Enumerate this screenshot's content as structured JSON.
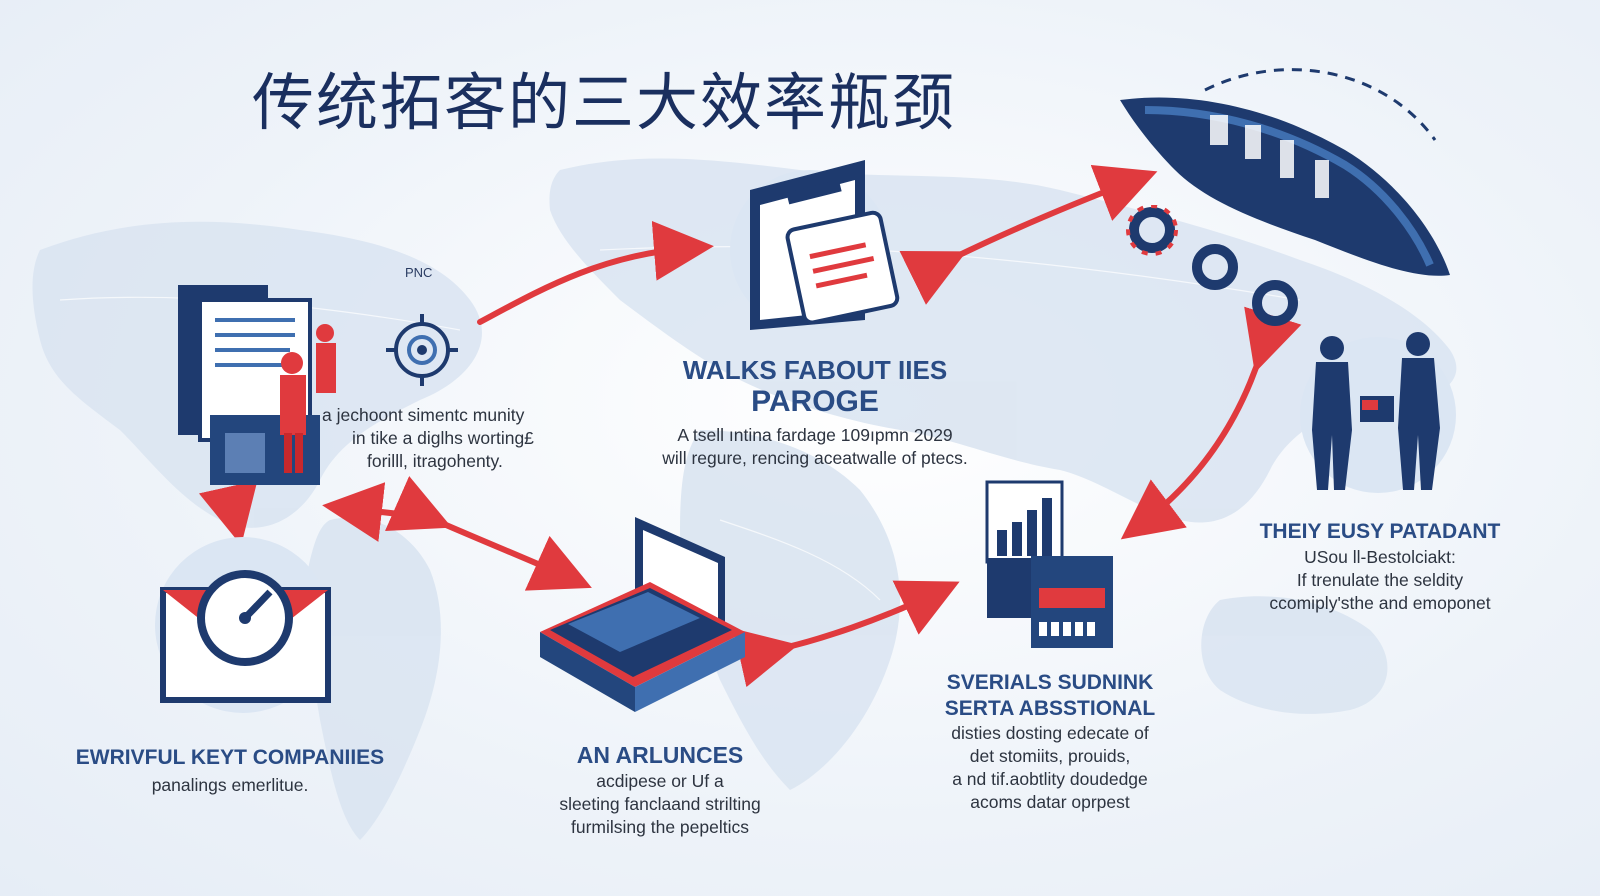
{
  "title": "传统拓客的三大效率瓶颈",
  "colors": {
    "navy": "#1e3a6e",
    "red": "#e03a3e",
    "light_blue": "#dbe6f3",
    "accent_blue": "#3f6fb0"
  },
  "icons": [
    "documents-people-icon",
    "compass-icon",
    "browser-document-icon",
    "airplane-wing-icon",
    "gear-icon",
    "business-people-icon",
    "speedometer-envelope-icon",
    "laptop-card-icon",
    "chart-card-icon"
  ],
  "small_label": "PNC",
  "nodes": {
    "top_left": {
      "lines": [
        "a jechoont simentc munity",
        "in tike a diglhs worting£",
        "forilll, itragohenty."
      ]
    },
    "top_center": {
      "heading_lines": [
        "WALKS FABOUT IIES",
        "PAROGE"
      ],
      "lines": [
        "A tsell ıntina fardage 109ıpmn 2029",
        "will regure, rencing aceatwalle of ptecs."
      ]
    },
    "right": {
      "heading": "THEIY EUSY PATADANT",
      "lines": [
        "USou ll-Bestolciakt:",
        "If trenulate the seldity",
        "ccomiply'sthe and emoponet"
      ]
    },
    "bottom_left": {
      "heading": "EWRIVFUL KEYT COMPANIIES",
      "lines": [
        "panalings emerlitue."
      ]
    },
    "bottom_center": {
      "heading": "AN ARLUNCES",
      "lines": [
        "acdipese or Uf a",
        "sleeting fanclaand strilting",
        "furmilsing the pepeltics"
      ]
    },
    "bottom_right": {
      "heading_lines": [
        "SVERIALS SUDNINK",
        "SERTA ABSSTIONAL"
      ],
      "lines": [
        "disties dosting edecate of",
        "det stomiits, prouids,",
        "a nd tif.aobtlity doudedge",
        "acoms datar oprpest"
      ]
    }
  }
}
